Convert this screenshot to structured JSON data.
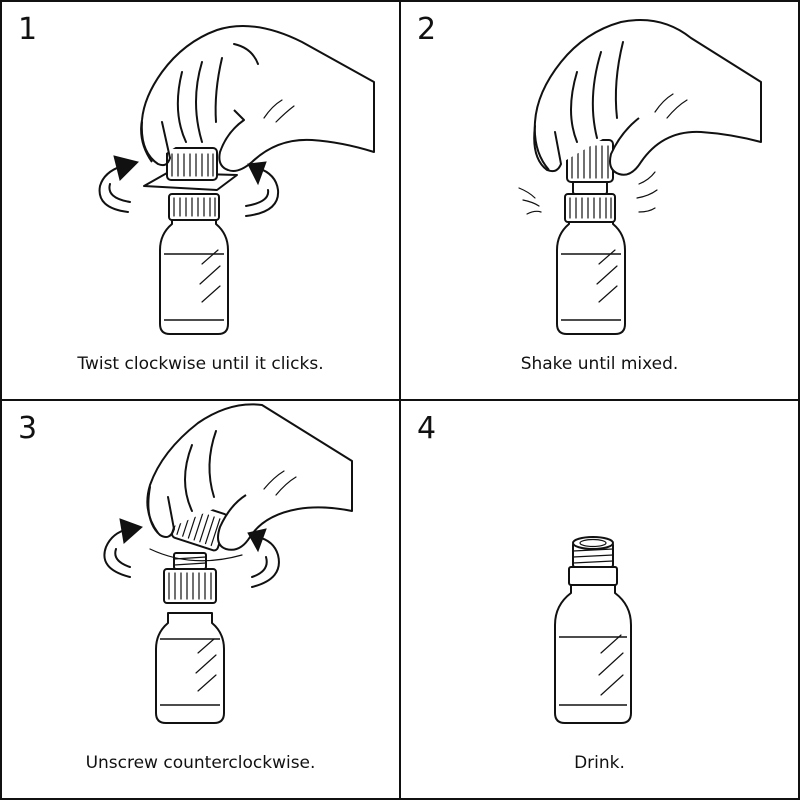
{
  "steps": [
    {
      "number": "1",
      "caption": "Twist clockwise until it clicks.",
      "icon": "hand-twisting-cap-icon"
    },
    {
      "number": "2",
      "caption": "Shake until mixed.",
      "icon": "hand-shaking-bottle-icon"
    },
    {
      "number": "3",
      "caption": "Unscrew counterclockwise.",
      "icon": "hand-unscrewing-cap-icon"
    },
    {
      "number": "4",
      "caption": "Drink.",
      "icon": "open-bottle-icon"
    }
  ],
  "colors": {
    "ink": "#111111",
    "background": "#ffffff"
  }
}
